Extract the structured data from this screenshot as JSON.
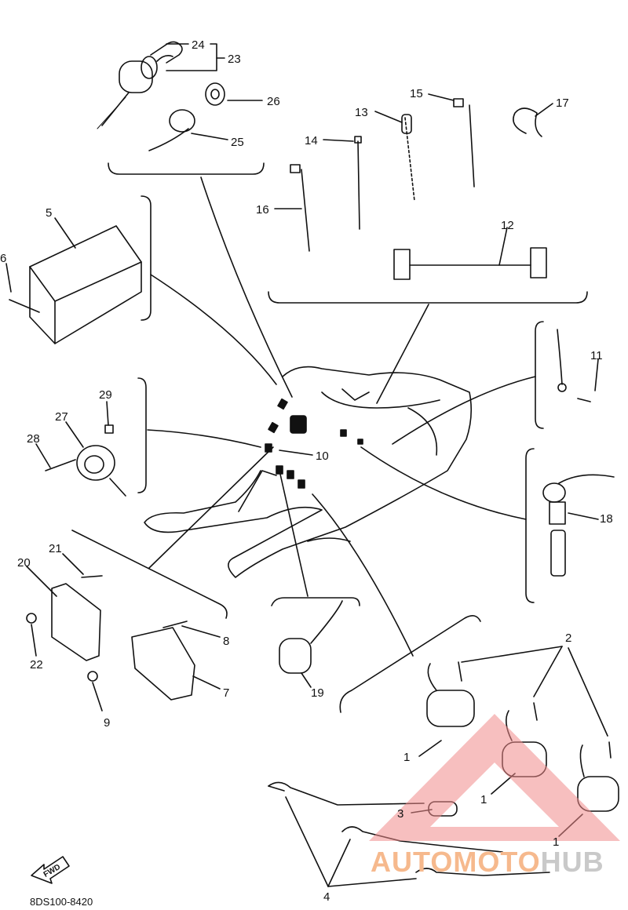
{
  "diagram": {
    "callouts": [
      {
        "id": "c24",
        "text": "24"
      },
      {
        "id": "c23",
        "text": "23"
      },
      {
        "id": "c26",
        "text": "26"
      },
      {
        "id": "c25",
        "text": "25"
      },
      {
        "id": "c15",
        "text": "15"
      },
      {
        "id": "c13",
        "text": "13"
      },
      {
        "id": "c17",
        "text": "17"
      },
      {
        "id": "c14",
        "text": "14"
      },
      {
        "id": "c16",
        "text": "16"
      },
      {
        "id": "c12",
        "text": "12"
      },
      {
        "id": "c5",
        "text": "5"
      },
      {
        "id": "c6",
        "text": "6"
      },
      {
        "id": "c11",
        "text": "11"
      },
      {
        "id": "c29",
        "text": "29"
      },
      {
        "id": "c27",
        "text": "27"
      },
      {
        "id": "c28",
        "text": "28"
      },
      {
        "id": "c10",
        "text": "10"
      },
      {
        "id": "c18",
        "text": "18"
      },
      {
        "id": "c21",
        "text": "21"
      },
      {
        "id": "c20",
        "text": "20"
      },
      {
        "id": "c8",
        "text": "8"
      },
      {
        "id": "c22",
        "text": "22"
      },
      {
        "id": "c7",
        "text": "7"
      },
      {
        "id": "c9",
        "text": "9"
      },
      {
        "id": "c19",
        "text": "19"
      },
      {
        "id": "c2",
        "text": "2"
      },
      {
        "id": "c1a",
        "text": "1"
      },
      {
        "id": "c1b",
        "text": "1"
      },
      {
        "id": "c1c",
        "text": "1"
      },
      {
        "id": "c3",
        "text": "3"
      },
      {
        "id": "c4",
        "text": "4"
      }
    ],
    "fwd_label": "FWD",
    "doc_code": "8DS100-8420"
  },
  "watermark": {
    "part1": "AUTOMOTO",
    "part2": "HUB",
    "color1": "#f6b98d",
    "color2": "#c9c9c9",
    "logo_color": "#f08a8a"
  }
}
